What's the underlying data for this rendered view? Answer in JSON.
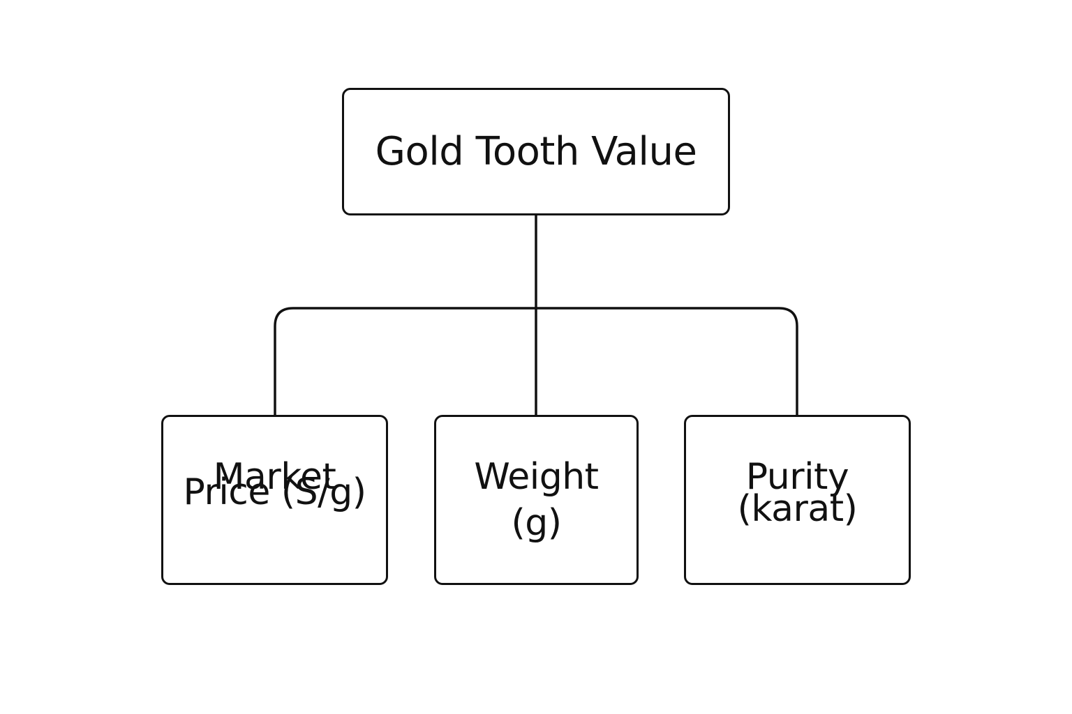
{
  "diagram": {
    "root": {
      "label": "Gold Tooth Value"
    },
    "children": [
      {
        "label_line1": "Market",
        "label_line2": "Price (S/g)"
      },
      {
        "label_line1": "Weight",
        "label_line2": "(g)"
      },
      {
        "label_line1": "Purity",
        "label_line2": "(karat)"
      }
    ],
    "colors": {
      "stroke": "#111111",
      "background": "#ffffff",
      "text": "#111111"
    }
  }
}
